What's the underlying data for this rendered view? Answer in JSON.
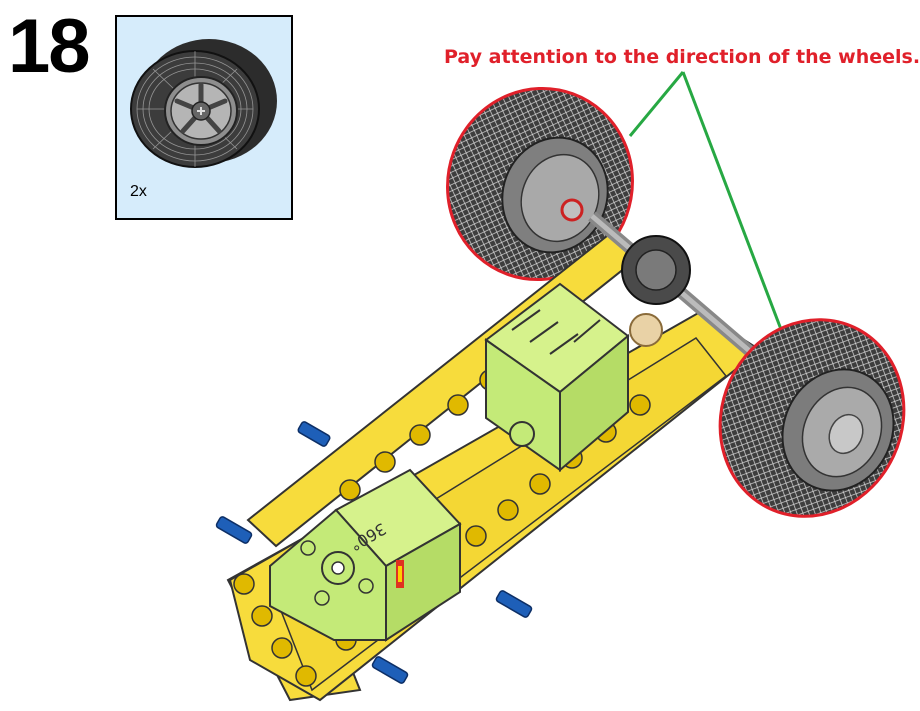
{
  "step": {
    "number": "18"
  },
  "parts_callout": {
    "quantity": "2x",
    "part_icon": "wheel-icon"
  },
  "annotation": {
    "text": "Pay attention to the direction of the wheels."
  },
  "colors": {
    "annotation_text": "#e0202a",
    "leader_line": "#27a843",
    "frame_yellow": "#f7dc3c",
    "motor_green": "#c4ea78",
    "peg_blue": "#1e5fb8",
    "wheel_highlight": "#e0202a",
    "tire_grey": "#3a3a3a",
    "parts_background": "#d6ecfb"
  },
  "motor_label": "360°"
}
